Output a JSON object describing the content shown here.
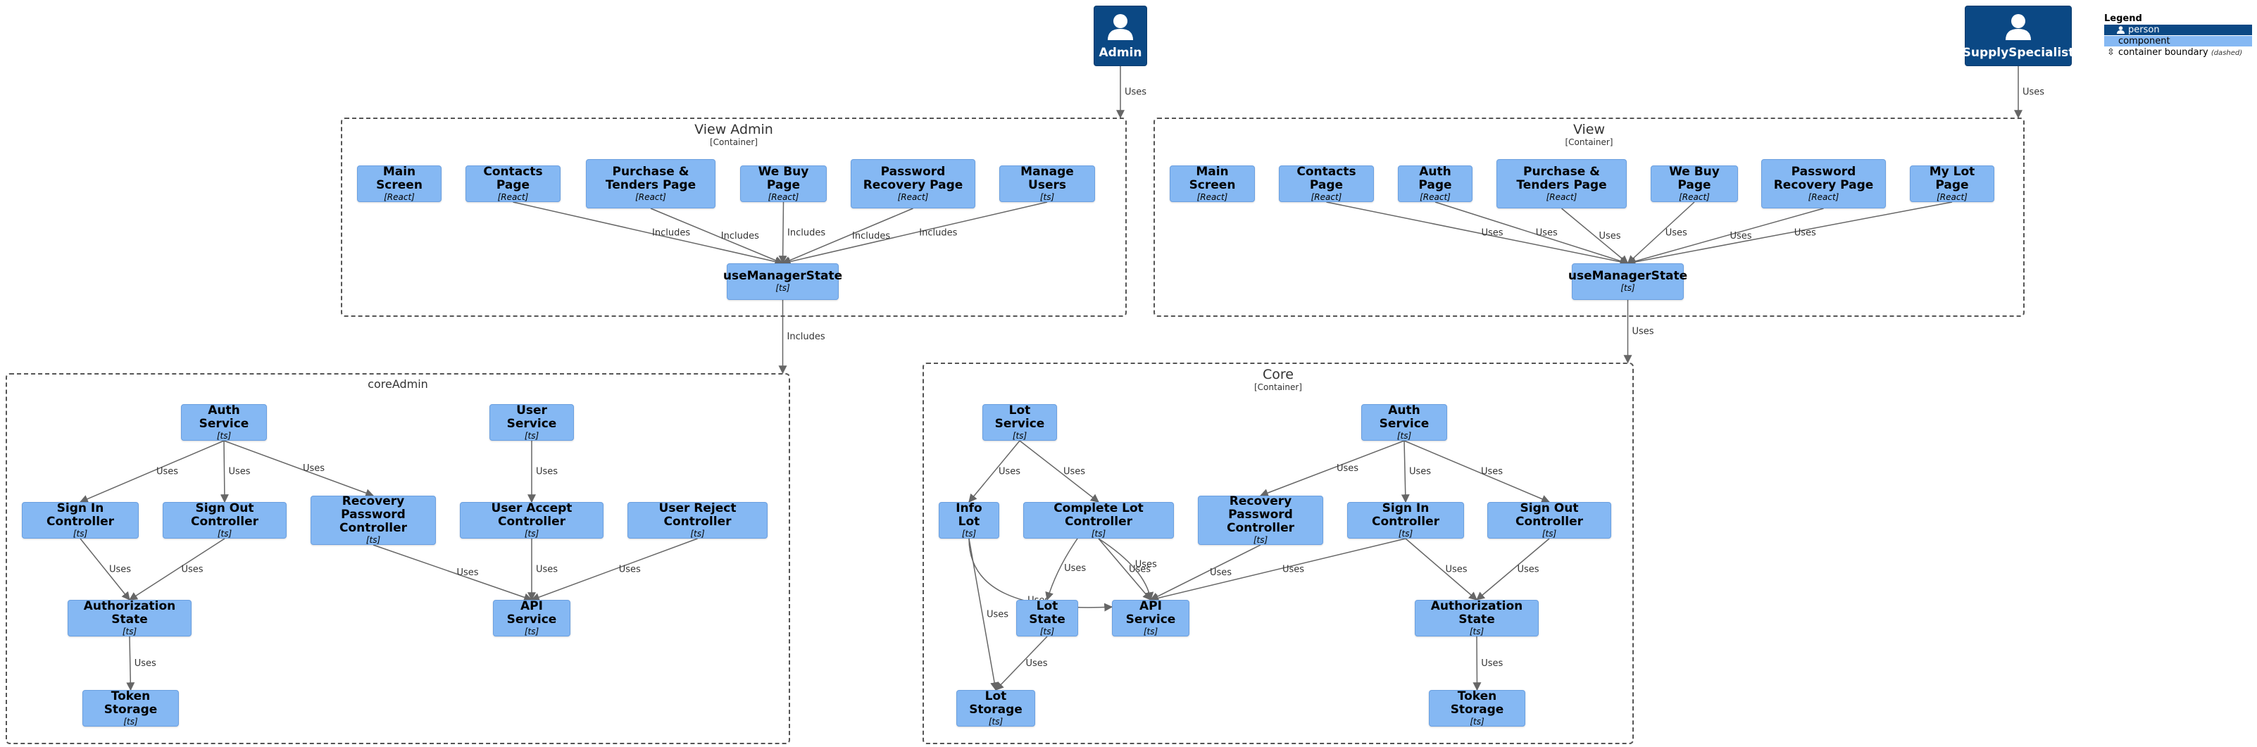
{
  "persons": [
    {
      "id": "admin",
      "name": "Admin"
    },
    {
      "id": "supply",
      "name": "SupplySpecialist"
    }
  ],
  "legend": {
    "title": "Legend",
    "person": "person",
    "component": "component",
    "boundary": "container boundary",
    "boundary_note": "(dashed)"
  },
  "boundaries": {
    "view_admin": {
      "title": "View Admin",
      "subtitle": "[Container]"
    },
    "view": {
      "title": "View",
      "subtitle": "[Container]"
    },
    "core_admin": {
      "title": "coreAdmin",
      "subtitle": ""
    },
    "core": {
      "title": "Core",
      "subtitle": "[Container]"
    }
  },
  "components": {
    "va_main": {
      "name": "Main Screen",
      "tech": "[React]"
    },
    "va_contacts": {
      "name": "Contacts Page",
      "tech": "[React]"
    },
    "va_purchase": {
      "name": "Purchase & Tenders Page",
      "tech": "[React]"
    },
    "va_webuy": {
      "name": "We Buy Page",
      "tech": "[React]"
    },
    "va_password": {
      "name": "Password Recovery Page",
      "tech": "[React]"
    },
    "va_manage": {
      "name": "Manage Users",
      "tech": "[ts]"
    },
    "va_state": {
      "name": "useManagerState",
      "tech": "[ts]"
    },
    "v_main": {
      "name": "Main Screen",
      "tech": "[React]"
    },
    "v_contacts": {
      "name": "Contacts Page",
      "tech": "[React]"
    },
    "v_auth": {
      "name": "Auth Page",
      "tech": "[React]"
    },
    "v_purchase": {
      "name": "Purchase & Tenders Page",
      "tech": "[React]"
    },
    "v_webuy": {
      "name": "We Buy Page",
      "tech": "[React]"
    },
    "v_password": {
      "name": "Password Recovery Page",
      "tech": "[React]"
    },
    "v_mylot": {
      "name": "My Lot Page",
      "tech": "[React]"
    },
    "v_state": {
      "name": "useManagerState",
      "tech": "[ts]"
    },
    "ca_auth": {
      "name": "Auth Service",
      "tech": "[ts]"
    },
    "ca_user": {
      "name": "User Service",
      "tech": "[ts]"
    },
    "ca_signin": {
      "name": "Sign In Controller",
      "tech": "[ts]"
    },
    "ca_signout": {
      "name": "Sign Out Controller",
      "tech": "[ts]"
    },
    "ca_recovery": {
      "name": "Recovery Password Controller",
      "tech": "[ts]"
    },
    "ca_accept": {
      "name": "User Accept Controller",
      "tech": "[ts]"
    },
    "ca_reject": {
      "name": "User Reject Controller",
      "tech": "[ts]"
    },
    "ca_authstate": {
      "name": "Authorization State",
      "tech": "[ts]"
    },
    "ca_api": {
      "name": "API Service",
      "tech": "[ts]"
    },
    "ca_token": {
      "name": "Token Storage",
      "tech": "[ts]"
    },
    "c_lot": {
      "name": "Lot Service",
      "tech": "[ts]"
    },
    "c_auth": {
      "name": "Auth Service",
      "tech": "[ts]"
    },
    "c_info": {
      "name": "Info Lot",
      "tech": "[ts]"
    },
    "c_complete": {
      "name": "Complete Lot Controller",
      "tech": "[ts]"
    },
    "c_recovery": {
      "name": "Recovery Password Controller",
      "tech": "[ts]"
    },
    "c_signin": {
      "name": "Sign In Controller",
      "tech": "[ts]"
    },
    "c_signout": {
      "name": "Sign Out Controller",
      "tech": "[ts]"
    },
    "c_lotstate": {
      "name": "Lot State",
      "tech": "[ts]"
    },
    "c_api": {
      "name": "API Service",
      "tech": "[ts]"
    },
    "c_authstate": {
      "name": "Authorization State",
      "tech": "[ts]"
    },
    "c_lotstorage": {
      "name": "Lot Storage",
      "tech": "[ts]"
    },
    "c_token": {
      "name": "Token Storage",
      "tech": "[ts]"
    }
  },
  "edges": [
    {
      "from": "admin",
      "to": "va_state_top",
      "label": "Uses"
    },
    {
      "from": "supply",
      "to": "v_boundary",
      "label": "Uses"
    },
    {
      "from": "va_contacts",
      "to": "va_state",
      "label": "Includes"
    },
    {
      "from": "va_purchase",
      "to": "va_state",
      "label": "Includes"
    },
    {
      "from": "va_webuy",
      "to": "va_state",
      "label": "Includes"
    },
    {
      "from": "va_password",
      "to": "va_state",
      "label": "Includes"
    },
    {
      "from": "va_manage",
      "to": "va_state",
      "label": "Includes"
    },
    {
      "from": "va_state",
      "to": "core_admin",
      "label": "Includes"
    },
    {
      "from": "v_contacts",
      "to": "v_state",
      "label": "Uses"
    },
    {
      "from": "v_auth",
      "to": "v_state",
      "label": "Uses"
    },
    {
      "from": "v_purchase",
      "to": "v_state",
      "label": "Uses"
    },
    {
      "from": "v_webuy",
      "to": "v_state",
      "label": "Uses"
    },
    {
      "from": "v_password",
      "to": "v_state",
      "label": "Uses"
    },
    {
      "from": "v_mylot",
      "to": "v_state",
      "label": "Uses"
    },
    {
      "from": "v_state",
      "to": "core",
      "label": "Uses"
    },
    {
      "from": "ca_auth",
      "to": "ca_signin",
      "label": "Uses"
    },
    {
      "from": "ca_auth",
      "to": "ca_signout",
      "label": "Uses"
    },
    {
      "from": "ca_auth",
      "to": "ca_recovery",
      "label": "Uses"
    },
    {
      "from": "ca_user",
      "to": "ca_accept",
      "label": "Uses"
    },
    {
      "from": "ca_signin",
      "to": "ca_authstate",
      "label": "Uses"
    },
    {
      "from": "ca_signout",
      "to": "ca_authstate",
      "label": "Uses"
    },
    {
      "from": "ca_recovery",
      "to": "ca_api",
      "label": "Uses"
    },
    {
      "from": "ca_accept",
      "to": "ca_api",
      "label": "Uses"
    },
    {
      "from": "ca_reject",
      "to": "ca_api",
      "label": "Uses"
    },
    {
      "from": "ca_authstate",
      "to": "ca_token",
      "label": "Uses"
    },
    {
      "from": "c_lot",
      "to": "c_info",
      "label": "Uses"
    },
    {
      "from": "c_lot",
      "to": "c_complete",
      "label": "Uses"
    },
    {
      "from": "c_auth",
      "to": "c_recovery",
      "label": "Uses"
    },
    {
      "from": "c_auth",
      "to": "c_signin",
      "label": "Uses"
    },
    {
      "from": "c_auth",
      "to": "c_signout",
      "label": "Uses"
    },
    {
      "from": "c_info",
      "to": "c_api",
      "label": "Uses"
    },
    {
      "from": "c_info",
      "to": "c_lotstorage",
      "label": "Uses"
    },
    {
      "from": "c_complete",
      "to": "c_lotstate",
      "label": "Uses"
    },
    {
      "from": "c_complete",
      "to": "c_api",
      "label": "Uses"
    },
    {
      "from": "c_complete",
      "to": "c_api",
      "label": "Uses"
    },
    {
      "from": "c_recovery",
      "to": "c_api",
      "label": "Uses"
    },
    {
      "from": "c_signin",
      "to": "c_api",
      "label": "Uses"
    },
    {
      "from": "c_signin",
      "to": "c_authstate",
      "label": "Uses"
    },
    {
      "from": "c_signout",
      "to": "c_authstate",
      "label": "Uses"
    },
    {
      "from": "c_lotstate",
      "to": "c_lotstorage",
      "label": "Uses"
    },
    {
      "from": "c_authstate",
      "to": "c_token",
      "label": "Uses"
    }
  ]
}
